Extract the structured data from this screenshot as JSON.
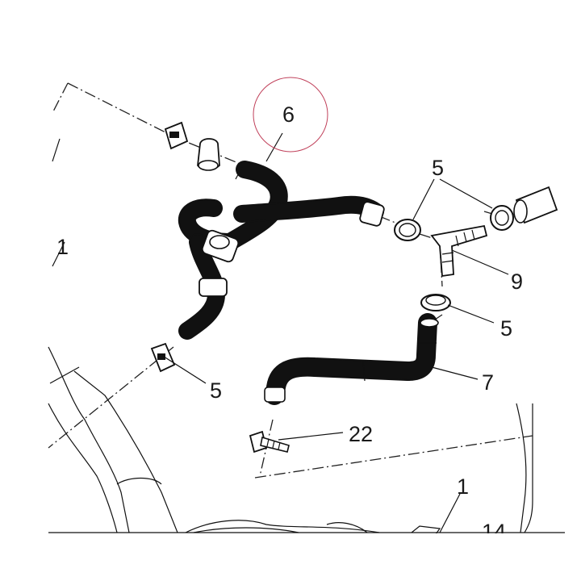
{
  "diagram": {
    "callouts": {
      "c6": "6",
      "c5_top": "5",
      "c9": "9",
      "c5_mid": "5",
      "c5_left": "5",
      "c7": "7",
      "c22": "22",
      "c1_left": "1",
      "c1_bottom": "1",
      "c14": "14"
    },
    "highlight_color": "#c0405a",
    "line_color": "#111111"
  }
}
